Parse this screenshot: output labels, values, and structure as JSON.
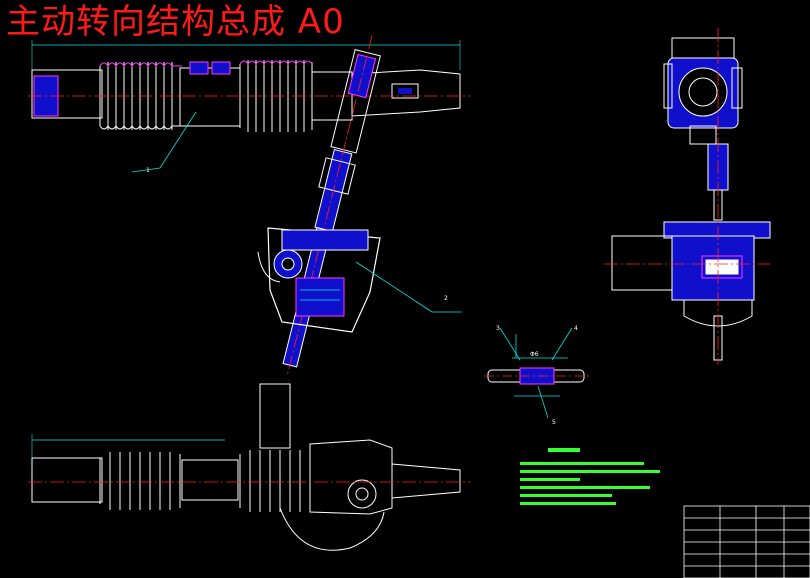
{
  "title": "主动转向结构总成 A0",
  "callouts": [
    "1",
    "2",
    "3",
    "4",
    "5"
  ],
  "dimension": "Φ6",
  "colors": {
    "background": "#000000",
    "title": "#ff1a1a",
    "outline": "#ffffff",
    "centerline": "#ff2020",
    "hatch": "#ff33ff",
    "dimension": "#00e5e5",
    "fill": "#1010cc",
    "note_text": "#33ff33",
    "frame": "#ffffff"
  }
}
